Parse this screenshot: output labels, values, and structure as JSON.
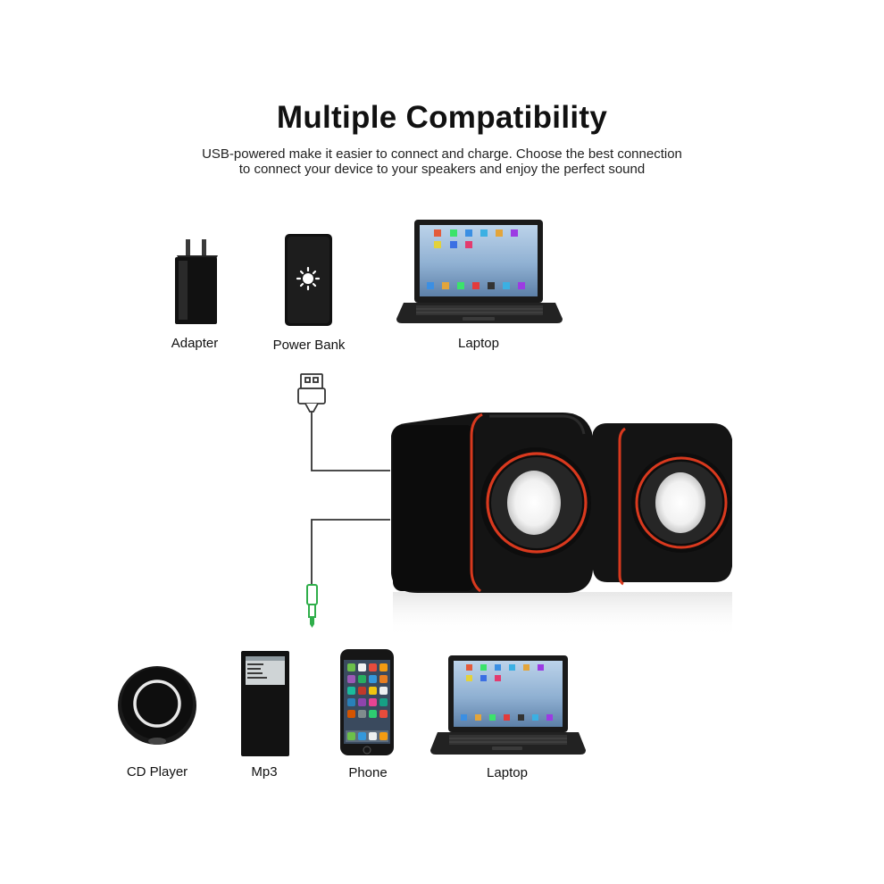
{
  "header": {
    "title": "Multiple Compatibility",
    "subtitle_line1": "USB-powered make it easier to connect and charge. Choose the best connection",
    "subtitle_line2": "to connect your device to your speakers and enjoy the perfect sound"
  },
  "power_sources": [
    {
      "label": "Adapter",
      "icon": "adapter-icon"
    },
    {
      "label": "Power Bank",
      "icon": "power-bank-icon"
    },
    {
      "label": "Laptop",
      "icon": "laptop-icon"
    }
  ],
  "audio_sources": [
    {
      "label": "CD Player",
      "icon": "cd-player-icon"
    },
    {
      "label": "Mp3",
      "icon": "mp3-player-icon"
    },
    {
      "label": "Phone",
      "icon": "phone-icon"
    },
    {
      "label": "Laptop",
      "icon": "laptop-icon"
    }
  ],
  "connectors": {
    "usb": "usb-plug-icon",
    "aux": "aux-3.5mm-plug-icon"
  },
  "colors": {
    "speaker_body": "#1b1b1b",
    "speaker_accent": "#d9391e",
    "aux_plug": "#2fae4a"
  }
}
